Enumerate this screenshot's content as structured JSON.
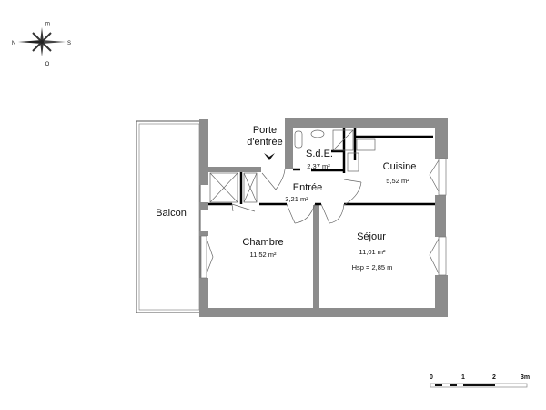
{
  "compass": {
    "top": "E",
    "left": "N",
    "right": "S",
    "bottom": "O"
  },
  "entrance": {
    "line1": "Porte",
    "line2": "d'entrée"
  },
  "rooms": [
    {
      "name": "S.d.E.",
      "area": "2,37 m²"
    },
    {
      "name": "Cuisine",
      "area": "5,52 m²"
    },
    {
      "name": "Entrée",
      "area": "3,21 m²"
    },
    {
      "name": "Balcon"
    },
    {
      "name": "Chambre",
      "area": "11,52 m²"
    },
    {
      "name": "Séjour",
      "area": "11,01 m²",
      "height": "Hsp = 2,85 m"
    }
  ],
  "scale_bar": {
    "labels": [
      "0",
      "1",
      "2",
      "3m"
    ]
  },
  "colors": {
    "wall": "#8c8c8c",
    "partition": "#000000"
  }
}
